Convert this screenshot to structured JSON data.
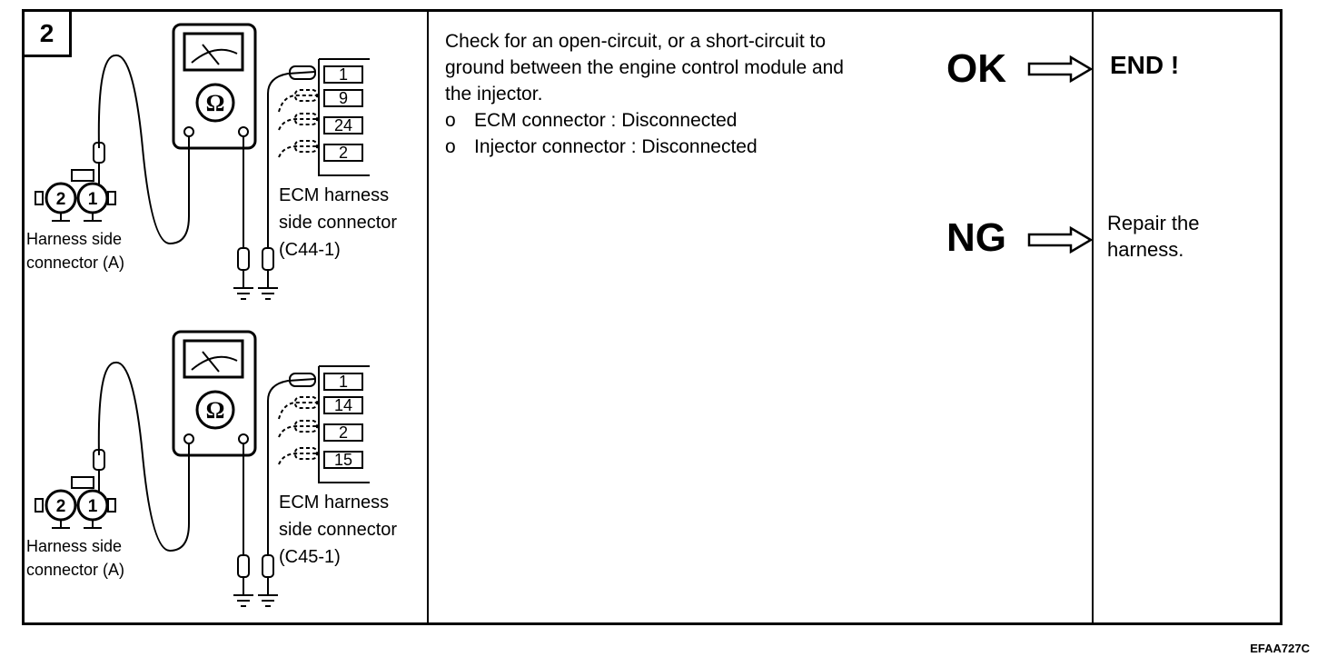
{
  "step": {
    "number": "2"
  },
  "diagram_top": {
    "harness_label_line1": "Harness side",
    "harness_label_line2": "connector (A)",
    "pin_left": "2",
    "pin_right": "1",
    "ecm_label_line1": "ECM harness",
    "ecm_label_line2": "side connector",
    "ecm_label_line3": "(C44-1)",
    "ecm_pins": [
      "1",
      "9",
      "24",
      "2"
    ],
    "meter_symbol": "Ω"
  },
  "diagram_bottom": {
    "harness_label_line1": "Harness side",
    "harness_label_line2": "connector (A)",
    "pin_left": "2",
    "pin_right": "1",
    "ecm_label_line1": "ECM harness",
    "ecm_label_line2": "side connector",
    "ecm_label_line3": "(C45-1)",
    "ecm_pins": [
      "1",
      "14",
      "2",
      "15"
    ],
    "meter_symbol": "Ω"
  },
  "instructions": {
    "line1": "Check for an open-circuit, or a short-circuit to",
    "line2": "ground between the engine control module and",
    "line3": "the injector.",
    "bullets": [
      {
        "marker": "o",
        "text": "ECM connector : Disconnected"
      },
      {
        "marker": "o",
        "text": "Injector connector : Disconnected"
      }
    ]
  },
  "results": {
    "ok_label": "OK",
    "ok_outcome": "END !",
    "ng_label": "NG",
    "ng_outcome_line1": "Repair the",
    "ng_outcome_line2": "harness."
  },
  "figure_code": "EFAA727C"
}
